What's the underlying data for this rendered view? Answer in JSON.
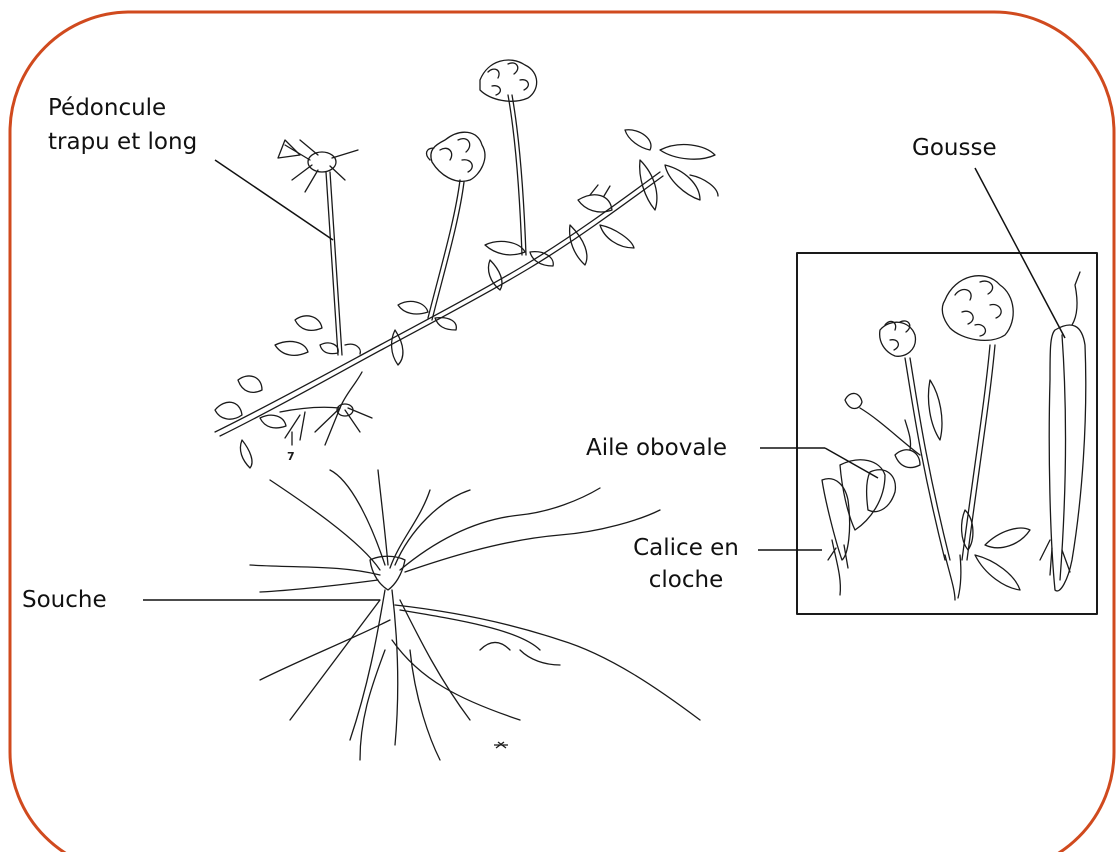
{
  "colors": {
    "frame_border": "#d04a1e",
    "ink": "#1a1a1a",
    "background": "#ffffff"
  },
  "labels": {
    "peduncle_line1": "Pédoncule",
    "peduncle_line2": "trapu et long",
    "pod": "Gousse",
    "wing": "Aile obovale",
    "calyx_line1": "Calice en",
    "calyx_line2": "cloche",
    "stock": "Souche"
  },
  "figure_number": "7"
}
